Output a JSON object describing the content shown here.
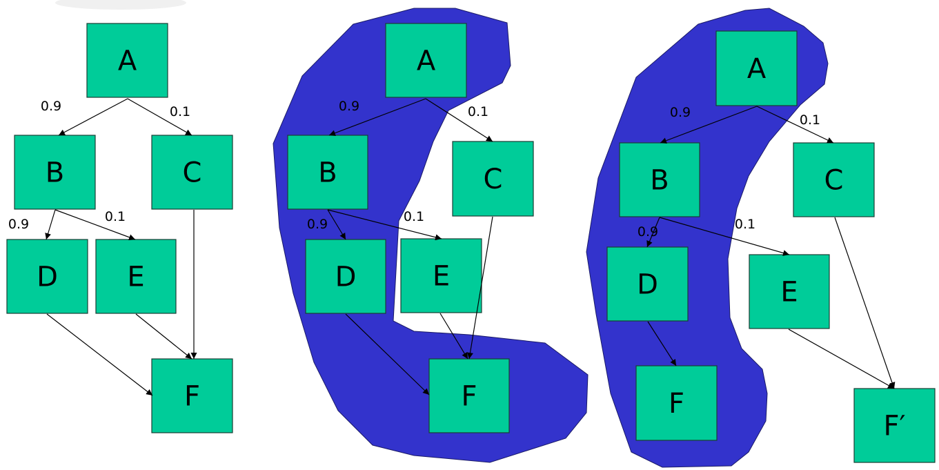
{
  "colors": {
    "node_fill": "#00cc99",
    "node_stroke": "#1a3d33",
    "region_fill": "#3333cc",
    "edge": "#000000"
  },
  "diagrams": [
    {
      "nodes": [
        {
          "id": "A",
          "label": "A"
        },
        {
          "id": "B",
          "label": "B"
        },
        {
          "id": "C",
          "label": "C"
        },
        {
          "id": "D",
          "label": "D"
        },
        {
          "id": "E",
          "label": "E"
        },
        {
          "id": "F",
          "label": "F"
        }
      ],
      "edges": [
        {
          "from": "A",
          "to": "B",
          "label": "0.9"
        },
        {
          "from": "A",
          "to": "C",
          "label": "0.1"
        },
        {
          "from": "B",
          "to": "D",
          "label": "0.9"
        },
        {
          "from": "B",
          "to": "E",
          "label": "0.1"
        },
        {
          "from": "C",
          "to": "F",
          "label": ""
        },
        {
          "from": "D",
          "to": "F",
          "label": ""
        },
        {
          "from": "E",
          "to": "F",
          "label": ""
        }
      ]
    },
    {
      "nodes": [
        {
          "id": "A",
          "label": "A"
        },
        {
          "id": "B",
          "label": "B"
        },
        {
          "id": "C",
          "label": "C"
        },
        {
          "id": "D",
          "label": "D"
        },
        {
          "id": "E",
          "label": "E"
        },
        {
          "id": "F",
          "label": "F"
        }
      ],
      "edges": [
        {
          "from": "A",
          "to": "B",
          "label": "0.9"
        },
        {
          "from": "A",
          "to": "C",
          "label": "0.1"
        },
        {
          "from": "B",
          "to": "D",
          "label": "0.9"
        },
        {
          "from": "B",
          "to": "E",
          "label": "0.1"
        },
        {
          "from": "C",
          "to": "F",
          "label": ""
        },
        {
          "from": "D",
          "to": "F",
          "label": ""
        },
        {
          "from": "E",
          "to": "F",
          "label": ""
        }
      ]
    },
    {
      "nodes": [
        {
          "id": "A",
          "label": "A"
        },
        {
          "id": "B",
          "label": "B"
        },
        {
          "id": "C",
          "label": "C"
        },
        {
          "id": "D",
          "label": "D"
        },
        {
          "id": "E",
          "label": "E"
        },
        {
          "id": "F",
          "label": "F"
        },
        {
          "id": "F2",
          "label": "F′"
        }
      ],
      "edges": [
        {
          "from": "A",
          "to": "B",
          "label": "0.9"
        },
        {
          "from": "A",
          "to": "C",
          "label": "0.1"
        },
        {
          "from": "B",
          "to": "D",
          "label": "0.9"
        },
        {
          "from": "B",
          "to": "E",
          "label": "0.1"
        },
        {
          "from": "D",
          "to": "F",
          "label": ""
        },
        {
          "from": "C",
          "to": "F2",
          "label": ""
        },
        {
          "from": "E",
          "to": "F2",
          "label": ""
        }
      ]
    }
  ]
}
